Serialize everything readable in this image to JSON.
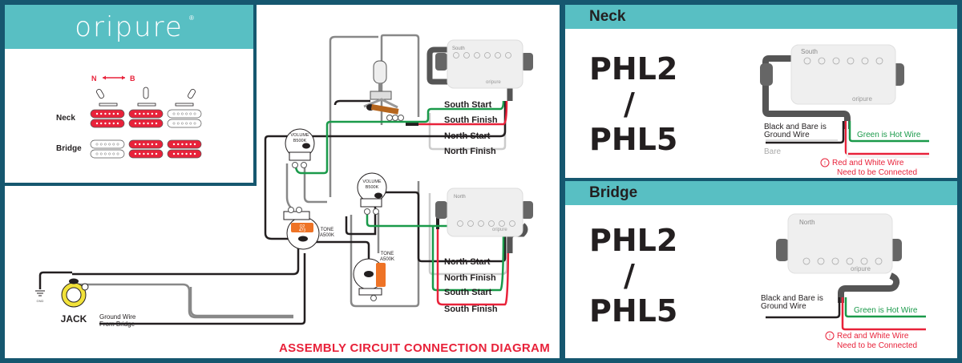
{
  "brand": {
    "name": "oripure",
    "registered_mark": "®"
  },
  "colors": {
    "frame": "#16576f",
    "teal": "#58bfc3",
    "red_accent": "#e8223a",
    "hot_wire": "#1a9a4a",
    "black_wire": "#231f20",
    "bare_wire": "#c8c8c8",
    "cap_orange": "#ee7326",
    "jack_yellow": "#f2e23a"
  },
  "switch_chart": {
    "direction_left": "N",
    "direction_right": "B",
    "rows": [
      {
        "label": "Neck",
        "active": [
          true,
          true,
          false
        ]
      },
      {
        "label": "Bridge",
        "active": [
          false,
          true,
          true
        ]
      }
    ]
  },
  "assembly": {
    "title": "ASSEMBLY CIRCUIT CONNECTION DIAGRAM",
    "pots": [
      {
        "name": "VOLUME",
        "value": "B500K"
      },
      {
        "name": "VOLUME",
        "value": "B500K"
      },
      {
        "name": "TONE",
        "value": "A500K"
      },
      {
        "name": "TONE",
        "value": "A500K"
      }
    ],
    "capacitor_labels": [
      "Q2",
      "473"
    ],
    "jack_label": "JACK",
    "gnd_label": "GND",
    "ground_wire_label": [
      "Ground Wire",
      "From Bridge"
    ],
    "neck_pickup": {
      "coil_label": "South",
      "brand": "oripure",
      "wires": [
        "South Start",
        "South Finish",
        "North Start",
        "North Finish"
      ]
    },
    "bridge_pickup": {
      "coil_label": "North",
      "brand": "oripure",
      "wires": [
        "North Start",
        "North Finish",
        "South Start",
        "South Finish"
      ]
    }
  },
  "neck_section": {
    "title": "Neck",
    "model_line1": "PHL2",
    "model_sep": "/",
    "model_line2": "PHL5",
    "coil_label": "South",
    "brand": "oripure",
    "ground_note": [
      "Black and Bare is",
      "Ground Wire"
    ],
    "bare_label": "Bare",
    "hot_note": "Green is Hot Wire",
    "connect_note": [
      "Red and White Wire",
      "Need to be Connected"
    ],
    "warning_icon": "!"
  },
  "bridge_section": {
    "title": "Bridge",
    "model_line1": "PHL2",
    "model_sep": "/",
    "model_line2": "PHL5",
    "coil_label": "North",
    "brand": "oripure",
    "ground_note": [
      "Black and Bare is",
      "Ground Wire"
    ],
    "hot_note": "Green is Hot Wire",
    "connect_note": [
      "Red and White Wire",
      "Need to be Connected"
    ],
    "warning_icon": "!"
  }
}
